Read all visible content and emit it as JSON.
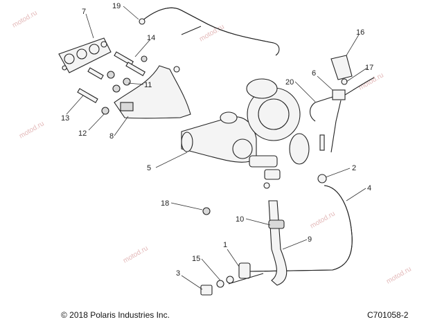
{
  "watermark": "motod.ru",
  "callouts": [
    "1",
    "2",
    "3",
    "4",
    "5",
    "6",
    "7",
    "8",
    "9",
    "10",
    "11",
    "12",
    "13",
    "14",
    "15",
    "16",
    "17",
    "18",
    "19",
    "20"
  ],
  "footer": {
    "copyright": "© 2018 Polaris Industries Inc.",
    "code": "C701058-2"
  }
}
